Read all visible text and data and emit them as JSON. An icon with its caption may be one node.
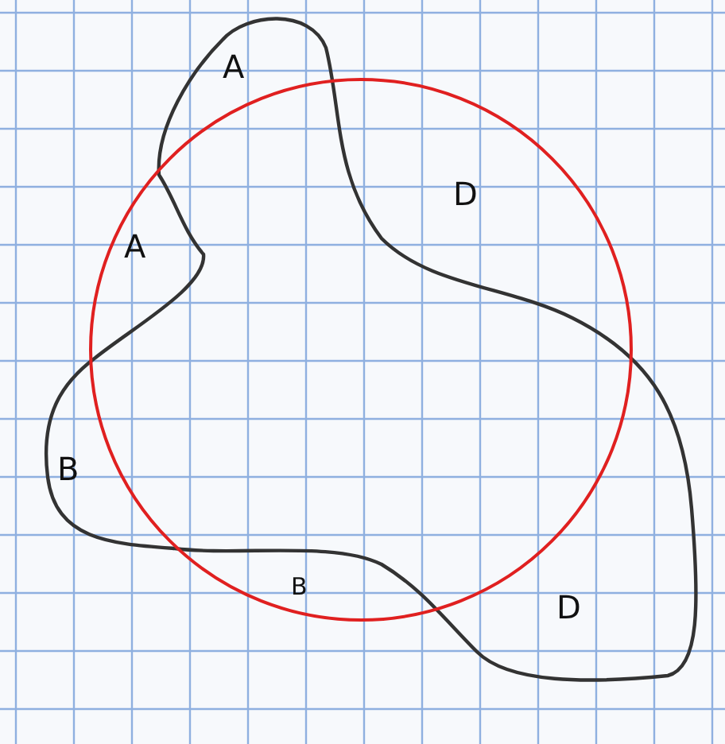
{
  "diagram": {
    "labels": [
      "A",
      "D",
      "A",
      "B",
      "B",
      "D"
    ]
  }
}
